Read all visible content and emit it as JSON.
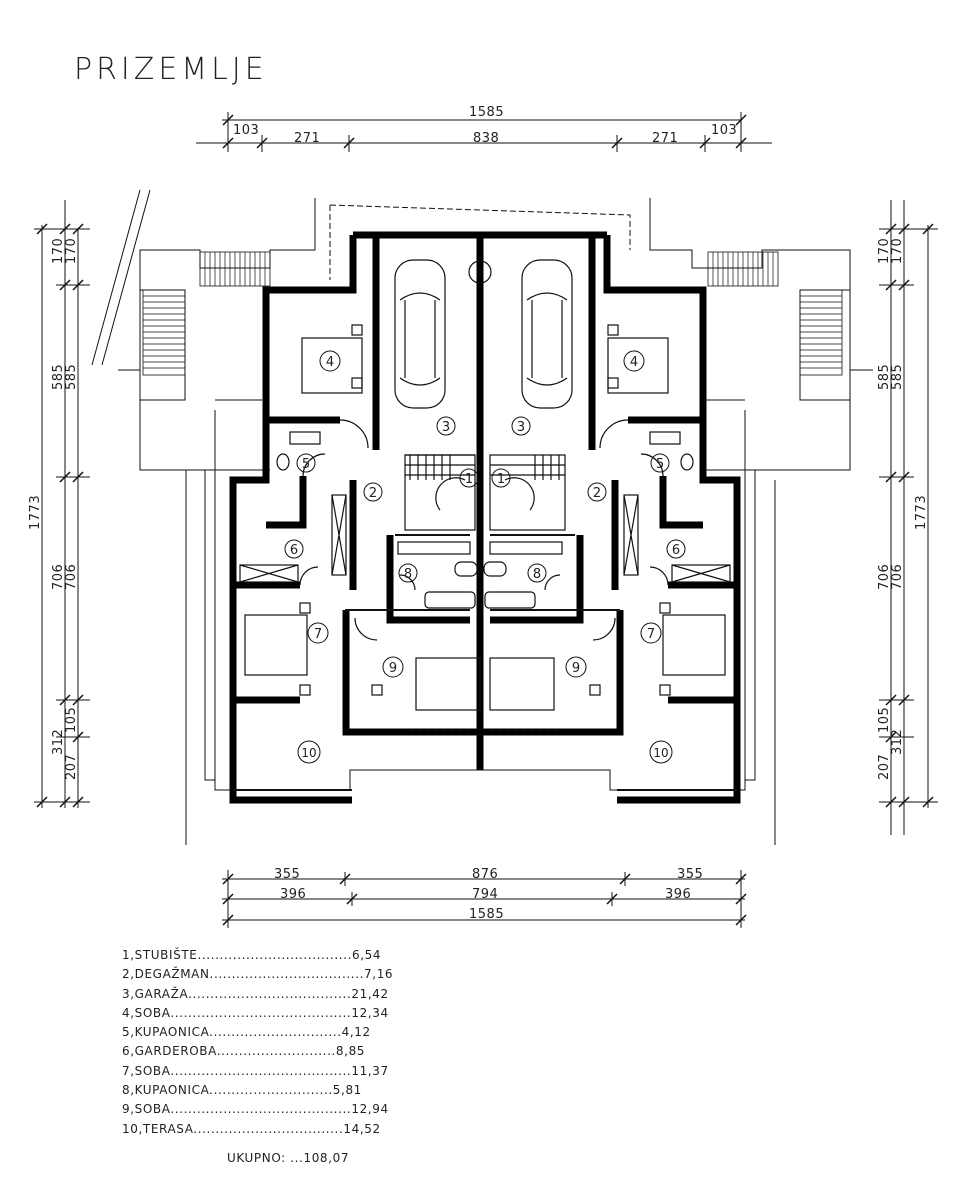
{
  "title": "PRIZEMLJE",
  "dimensions": {
    "top_total": "1585",
    "top_segments": [
      "103",
      "271",
      "838",
      "271",
      "103"
    ],
    "bottom_row1": [
      "355",
      "876",
      "355"
    ],
    "bottom_row2": [
      "396",
      "794",
      "396"
    ],
    "bottom_total": "1585",
    "left": [
      "170",
      "170",
      "585",
      "585",
      "1773",
      "706",
      "706",
      "312",
      "105",
      "207"
    ],
    "right": [
      "170",
      "170",
      "585",
      "585",
      "1773",
      "706",
      "706",
      "105",
      "207",
      "312"
    ]
  },
  "room_numbers": [
    "1",
    "2",
    "3",
    "4",
    "5",
    "6",
    "7",
    "8",
    "9",
    "10"
  ],
  "legend": [
    {
      "text": "1,STUBIŠTE...................................6,54"
    },
    {
      "text": "2,DEGAŽMAN...................................7,16"
    },
    {
      "text": "3,GARAŽA.....................................21,42"
    },
    {
      "text": "4,SOBA.........................................12,34"
    },
    {
      "text": "5,KUPAONICA..............................4,12"
    },
    {
      "text": "6,GARDEROBA...........................8,85"
    },
    {
      "text": "7,SOBA.........................................11,37"
    },
    {
      "text": "8,KUPAONICA............................5,81"
    },
    {
      "text": "9,SOBA.........................................12,94"
    },
    {
      "text": "10,TERASA..................................14,52"
    }
  ],
  "total": "UKUPNO: ...108,07"
}
